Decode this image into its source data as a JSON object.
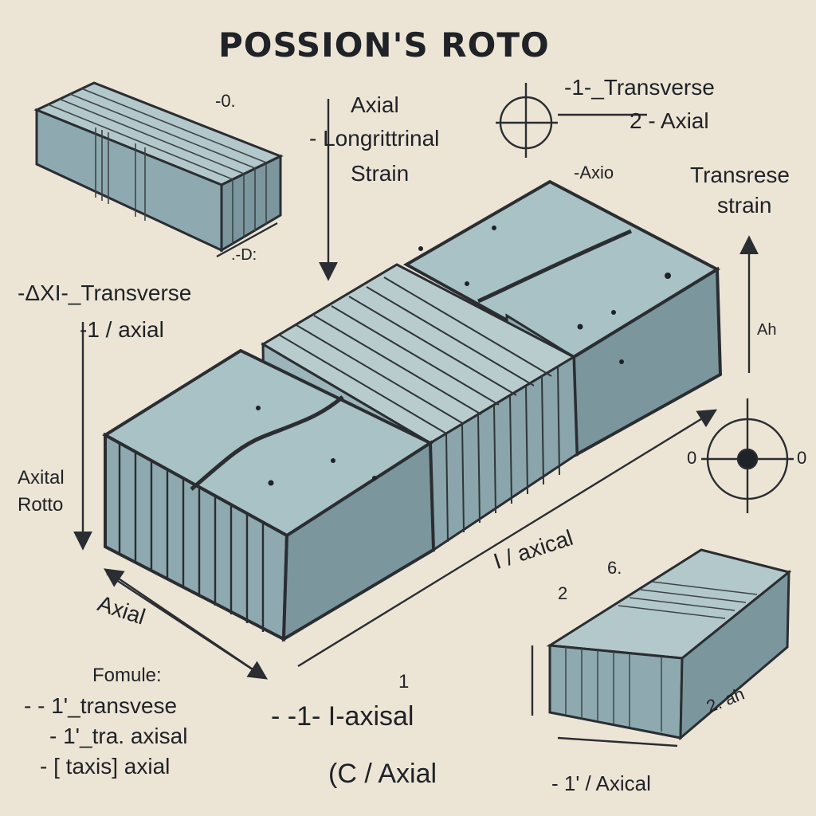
{
  "title": "POSSION'S ROTO",
  "palette": {
    "background": "#ece5d6",
    "block_top": "#a9c2c6",
    "block_front": "#8eaab0",
    "block_side": "#7b969d",
    "ink": "#1f2226"
  },
  "labels": {
    "top_left_small": "-0.",
    "left_small_dim": ".-D:",
    "axial_center_1": "Axial",
    "axial_center_2": "- Longrittrinal",
    "axial_center_3": "Strain",
    "legend_line1": "-1-_Transverse",
    "legend_line2": "2 - Axial",
    "axial_near_block": "-Axio",
    "transverse_strain_1": "Transrese",
    "transverse_strain_2": "strain",
    "right_dim": "Ah",
    "left_transverse_1": "-ΔXI-_Transverse",
    "left_transverse_2": "-1 / axial",
    "axial_ratio_1": "Axital",
    "axial_ratio_2": "Rotto",
    "axial_bottom": "Axial",
    "axial_mid": "I / axical",
    "num_2": "2",
    "num_6": "6.",
    "circle_left": "0",
    "circle_right": "0",
    "right_bottom_dim": "2. ah",
    "formula_title": "Fomule:",
    "formula_1": "- -  1'_transvese",
    "formula_2": "- 1'_tra. axisal",
    "formula_3": "- [ taxis] axial",
    "center_small": "1",
    "center_formula": "- -1- I-axisal",
    "center_formula_2": "(C / Axial",
    "bottom_right_formula": "- 1' / Axical"
  }
}
